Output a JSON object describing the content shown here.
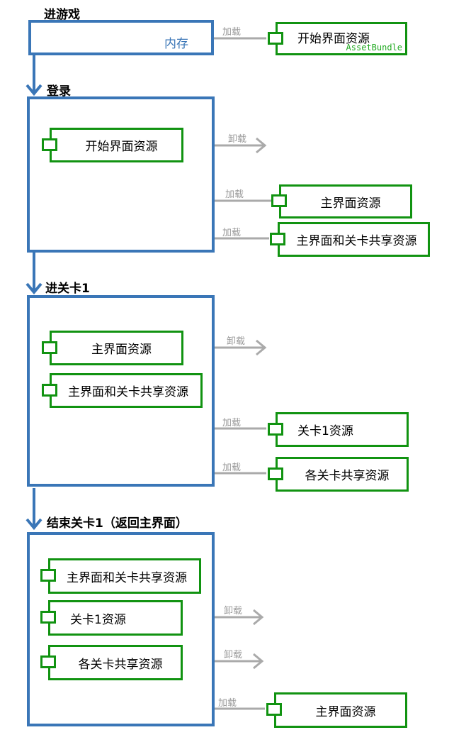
{
  "stages": [
    {
      "title": "进游戏",
      "memory_label": "内存"
    },
    {
      "title": "登录"
    },
    {
      "title": "进关卡1"
    },
    {
      "title": "结束关卡1（返回主界面）"
    }
  ],
  "actions": {
    "load": "加载",
    "unload": "卸载"
  },
  "resources": {
    "start_ui": "开始界面资源",
    "asset_bundle": "AssetBundle",
    "main_ui": "主界面资源",
    "shared_main_level": "主界面和关卡共享资源",
    "level1": "关卡1资源",
    "level_shared": "各关卡共享资源"
  },
  "colors": {
    "memory": "#3a76b7",
    "resource": "#119311",
    "arrow": "#aaaaaa"
  }
}
